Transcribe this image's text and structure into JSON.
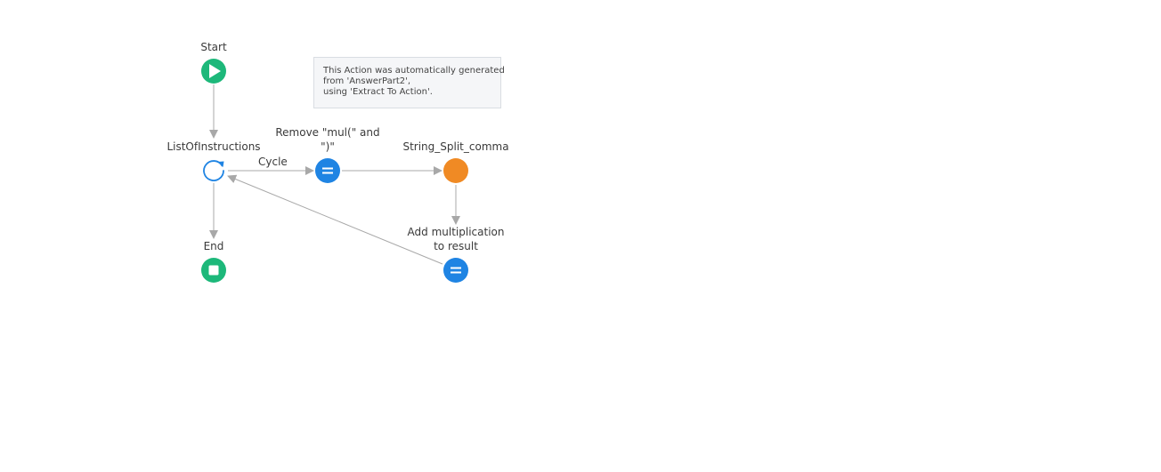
{
  "flow": {
    "start": {
      "label": "Start",
      "icon": "play-icon",
      "color": "#1db87a"
    },
    "loop": {
      "label": "ListOfInstructions",
      "icon": "loop-icon",
      "color": "#1f84e3"
    },
    "end": {
      "label": "End",
      "icon": "stop-icon",
      "color": "#1db87a"
    },
    "remove": {
      "label": "Remove \"mul(\" and \")\"",
      "icon": "assign-icon",
      "color": "#1f84e3"
    },
    "split": {
      "label": "String_Split_comma",
      "icon": "action-circle",
      "color": "#f08a24"
    },
    "add": {
      "label": "Add multiplication to result",
      "icon": "assign-icon",
      "color": "#1f84e3"
    },
    "cycle_label": "Cycle",
    "connector_color": "#a8a8a8"
  },
  "comment": {
    "lines": [
      "This Action was automatically generated",
      "from 'AnswerPart2',",
      "using 'Extract To Action'."
    ]
  }
}
